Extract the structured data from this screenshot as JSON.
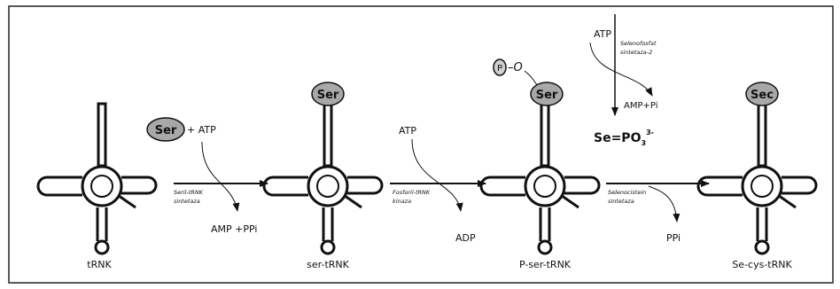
{
  "molecules": {
    "trna": "tRNK",
    "ser_trna": "ser-tRNK",
    "p_ser_trna": "P-ser-tRNK",
    "sec_trna": "Se-cys-tRNK"
  },
  "caps": {
    "ser_1": "Ser",
    "ser_2": "Ser",
    "sec": "Sec",
    "phospho": "P"
  },
  "step1": {
    "reactant_ser": "Ser",
    "reactant_rest": "+ ATP",
    "enzyme": [
      "Seril-tRNK",
      "sintetaza"
    ],
    "product": "AMP +PPi"
  },
  "step2": {
    "reactant": "ATP",
    "enzyme": [
      "Fosforil-tRNK",
      "kinaza"
    ],
    "product": "ADP",
    "phospho_link": "–O"
  },
  "step3": {
    "reactant": "ATP",
    "enzyme_top": [
      "Selenofosfat",
      "sintetaza-2"
    ],
    "byproduct_top": "AMP+Pi",
    "selenophosphate": "Se=PO",
    "selenophosphate_sub": "3",
    "selenophosphate_sup": "3-",
    "enzyme": [
      "Selenocistein",
      "sintetaza"
    ],
    "product": "PPi"
  }
}
